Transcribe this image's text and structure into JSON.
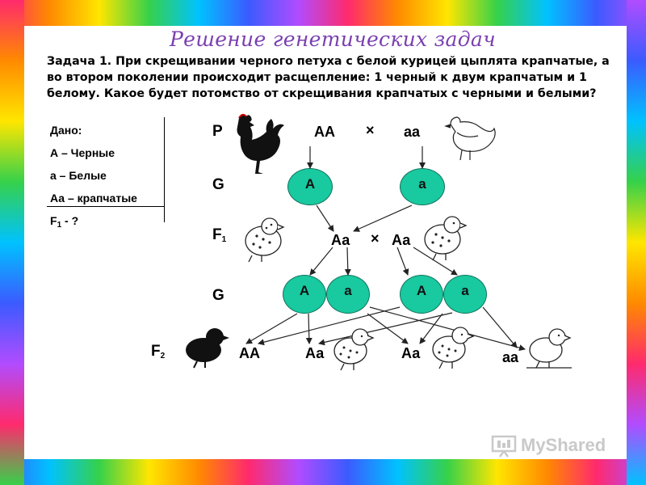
{
  "title": "Решение генетических задач",
  "task_text": "Задача 1. При скрещивании черного петуха с белой курицей цыплята крапчатые, а во втором поколении происходит расщепление: 1 черный к двум крапчатым и 1 белому. Какое будет потомство от скрещивания крапчатых с черными и белыми?",
  "given": {
    "header": "Дано:",
    "line1": "А – Черные",
    "line2": "а – Белые",
    "line3": "Аа – крапчатые",
    "f1_prefix": "F",
    "f1_sub": "1",
    "f1_suffix": " - ?"
  },
  "scheme": {
    "p_label": "P",
    "g_label": "G",
    "f1_label": "F",
    "f1_sub": "1",
    "f2_label": "F",
    "f2_sub": "2",
    "cross": "×",
    "p_left": "АА",
    "p_right": "аа",
    "g1_left": "А",
    "g1_right": "а",
    "f1_left": "Аа",
    "f1_right": "Аа",
    "g2": [
      "А",
      "а",
      "А",
      "а"
    ],
    "f2": [
      "АА",
      "Аа",
      "Аа",
      "аа"
    ]
  },
  "icons": [
    "rooster-icon",
    "hen-icon",
    "speckled-chick-icon",
    "black-chick-icon",
    "white-chick-icon",
    "presentation-board-icon"
  ],
  "colors": {
    "title": "#7a3fb0",
    "gamete_fill": "#19c9a0",
    "gamete_stroke": "#10735c"
  },
  "watermark": "MyShared"
}
